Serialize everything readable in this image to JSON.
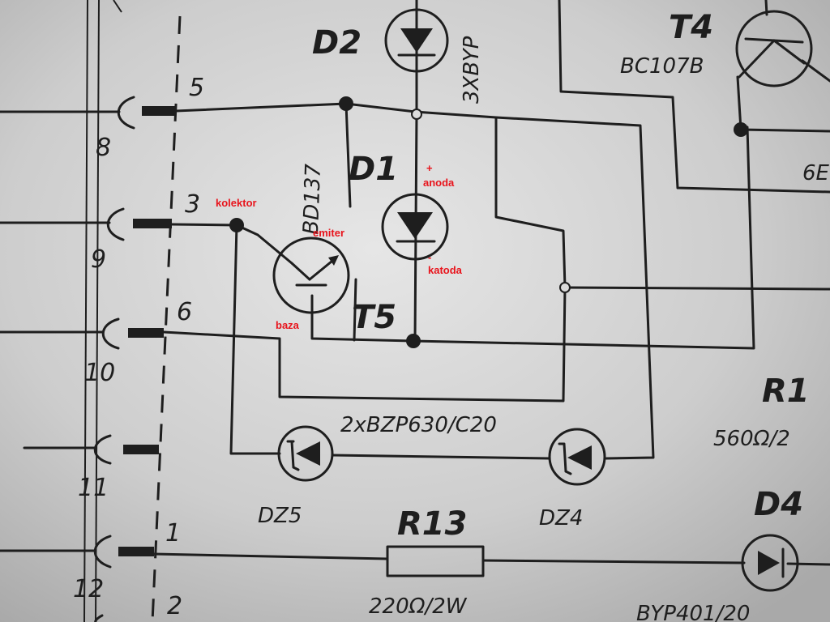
{
  "connector": {
    "pins": [
      "8",
      "9",
      "10",
      "11",
      "12"
    ],
    "wire_numbers": [
      "5",
      "3",
      "6",
      "1",
      "2"
    ]
  },
  "components": {
    "d2": {
      "ref": "D2",
      "partial": "3XBYP"
    },
    "d1": {
      "ref": "D1"
    },
    "t5": {
      "ref": "T5",
      "type": "BD137"
    },
    "t4": {
      "ref": "T4",
      "type": "BC107B"
    },
    "zeners": {
      "note": "2xBZP630/C20",
      "dz5": "DZ5",
      "dz4": "DZ4"
    },
    "r13": {
      "ref": "R13",
      "value": "220Ω/2W"
    },
    "r12": {
      "ref": "R1",
      "value": "560Ω/2"
    },
    "d4": {
      "ref": "D4",
      "partial": "BYP401/20"
    },
    "partial_right": "6E"
  },
  "annotations": {
    "collector": "kolektor",
    "emitter": "emiter",
    "base": "baza",
    "anode_sign": "+",
    "anode": "anoda",
    "cathode_sign": "-",
    "cathode": "katoda"
  },
  "colors": {
    "paper": "#cfcfcf",
    "ink": "#1e1e1e",
    "annotation": "#e8141c"
  }
}
